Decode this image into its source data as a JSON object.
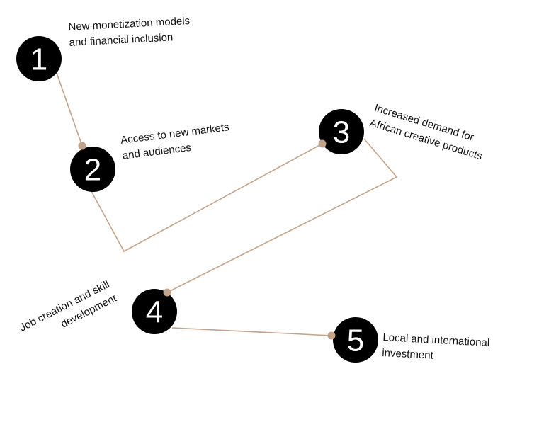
{
  "colors": {
    "connector": "#c3a38a",
    "node_fill": "#000000",
    "node_text": "#ffffff",
    "label_text": "#111111",
    "background": "#ffffff"
  },
  "steps": [
    {
      "number": "1",
      "lines": [
        "New monetization models",
        "and financial inclusion"
      ]
    },
    {
      "number": "2",
      "lines": [
        "Access to new markets",
        "and audiences"
      ]
    },
    {
      "number": "3",
      "lines": [
        "Increased demand for",
        "African creative products"
      ]
    },
    {
      "number": "4",
      "lines": [
        "Job creation and skill",
        "development"
      ]
    },
    {
      "number": "5",
      "lines": [
        "Local and international",
        "investment"
      ]
    }
  ]
}
